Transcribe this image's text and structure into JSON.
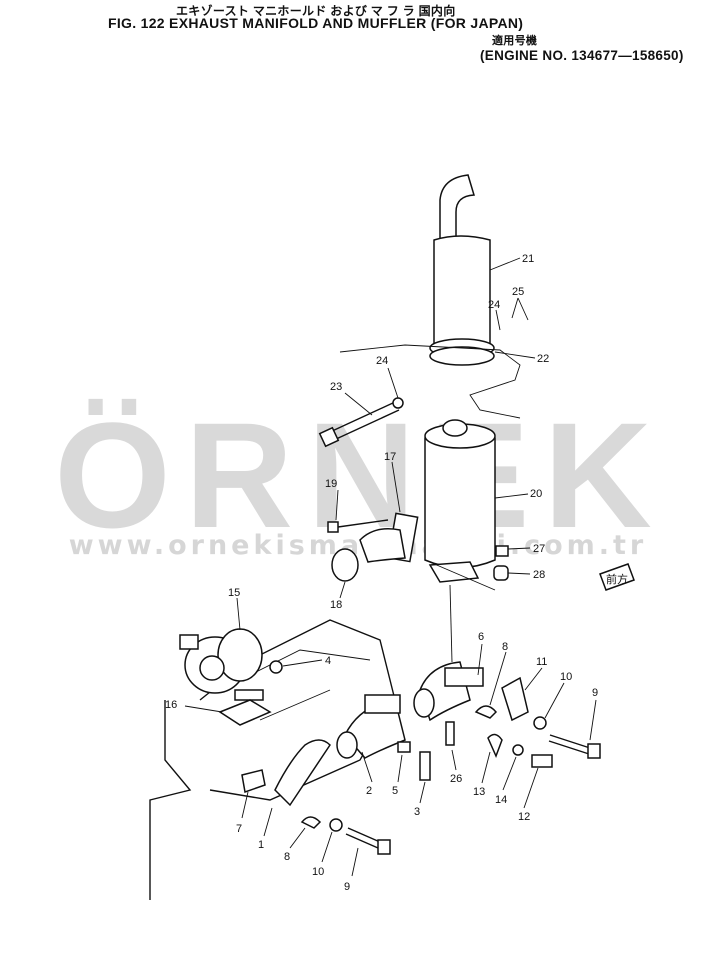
{
  "header": {
    "jp_title": "エキゾースト マニホールド および マ フ ラ 国内向",
    "fig_title": "FIG. 122  EXHAUST MANIFOLD AND MUFFLER (FOR JAPAN)",
    "jp_engine": "適用号機",
    "engine_no": "(ENGINE NO. 134677—158650)"
  },
  "watermark": {
    "brand": "ÖRNEK",
    "url": "www.ornekismakinalari.com.tr"
  },
  "callouts": [
    {
      "id": "21",
      "text": "21"
    },
    {
      "id": "24a",
      "text": "24"
    },
    {
      "id": "25",
      "text": "25"
    },
    {
      "id": "22",
      "text": "22"
    },
    {
      "id": "24b",
      "text": "24"
    },
    {
      "id": "23",
      "text": "23"
    },
    {
      "id": "17",
      "text": "17"
    },
    {
      "id": "20",
      "text": "20"
    },
    {
      "id": "19",
      "text": "19"
    },
    {
      "id": "27",
      "text": "27"
    },
    {
      "id": "28",
      "text": "28"
    },
    {
      "id": "18",
      "text": "18"
    },
    {
      "id": "15",
      "text": "15"
    },
    {
      "id": "4",
      "text": "4"
    },
    {
      "id": "6",
      "text": "6"
    },
    {
      "id": "8a",
      "text": "8"
    },
    {
      "id": "11",
      "text": "11"
    },
    {
      "id": "10a",
      "text": "10"
    },
    {
      "id": "9a",
      "text": "9"
    },
    {
      "id": "16",
      "text": "16"
    },
    {
      "id": "26",
      "text": "26"
    },
    {
      "id": "13",
      "text": "13"
    },
    {
      "id": "14",
      "text": "14"
    },
    {
      "id": "12",
      "text": "12"
    },
    {
      "id": "2",
      "text": "2"
    },
    {
      "id": "5",
      "text": "5"
    },
    {
      "id": "3",
      "text": "3"
    },
    {
      "id": "7",
      "text": "7"
    },
    {
      "id": "1",
      "text": "1"
    },
    {
      "id": "8b",
      "text": "8"
    },
    {
      "id": "10b",
      "text": "10"
    },
    {
      "id": "9b",
      "text": "9"
    }
  ],
  "front_tag": "前方"
}
